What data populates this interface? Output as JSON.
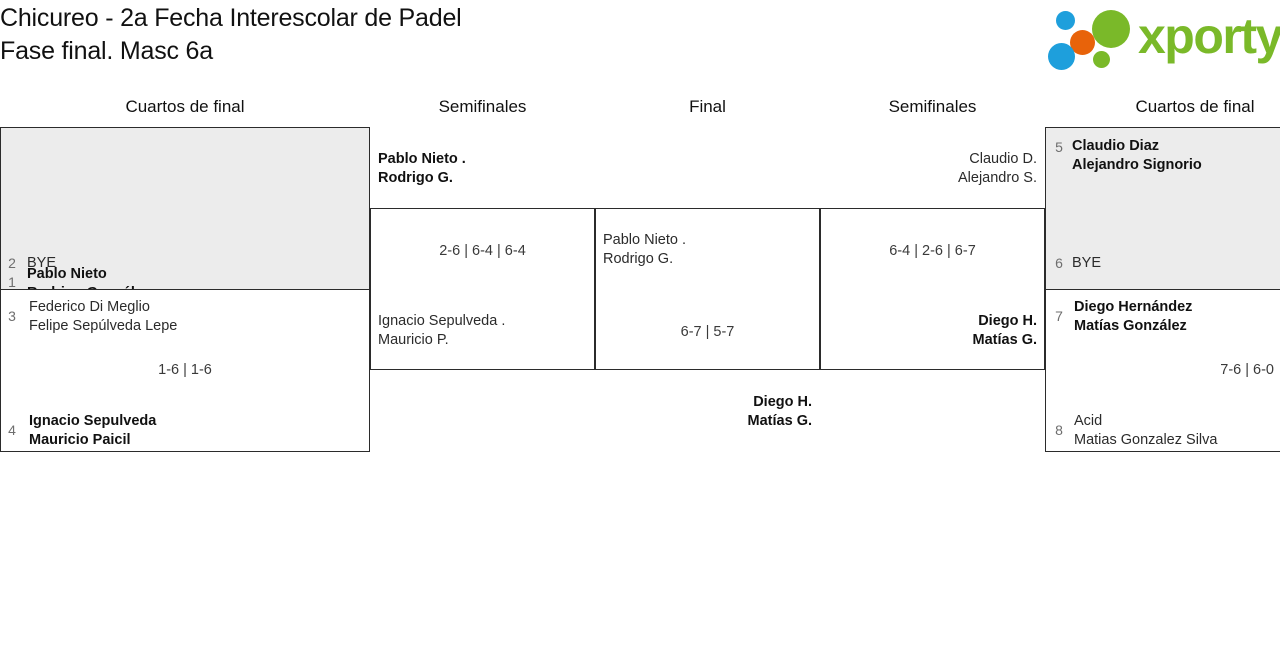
{
  "header": {
    "title_line1": "Chicureo - 2a Fecha Interescolar de Padel",
    "title_line2": "Fase final. Masc 6a",
    "logo_text": "xporty",
    "logo_colors": {
      "green": "#7ab929",
      "blue": "#1e9fdc",
      "orange": "#e8630a"
    }
  },
  "rounds": [
    {
      "id": "qf-left",
      "label": "Cuartos de final"
    },
    {
      "id": "sf-left",
      "label": "Semifinales"
    },
    {
      "id": "final",
      "label": "Final"
    },
    {
      "id": "sf-right",
      "label": "Semifinales"
    },
    {
      "id": "qf-right",
      "label": "Cuartos de final"
    }
  ],
  "matches": {
    "qf1": {
      "top": {
        "seed": "1",
        "name": "Pablo Nieto\nRodrigo González",
        "winner": true
      },
      "bottom": {
        "seed": "2",
        "name": "BYE",
        "winner": false
      },
      "score": ""
    },
    "qf2": {
      "top": {
        "seed": "3",
        "name": "Federico Di Meglio\nFelipe Sepúlveda Lepe",
        "winner": false
      },
      "bottom": {
        "seed": "4",
        "name": "Ignacio Sepulveda\nMauricio Paicil",
        "winner": true
      },
      "score": "1-6 | 1-6"
    },
    "qf3": {
      "top": {
        "seed": "5",
        "name": "Claudio Diaz\nAlejandro Signorio",
        "winner": true
      },
      "bottom": {
        "seed": "6",
        "name": "BYE",
        "winner": false
      },
      "score": ""
    },
    "qf4": {
      "top": {
        "seed": "7",
        "name": "Diego Hernández\nMatías González",
        "winner": true
      },
      "bottom": {
        "seed": "8",
        "name": "Acid\nMatias Gonzalez Silva",
        "winner": false
      },
      "score": "7-6 | 6-0"
    },
    "sf1": {
      "top": {
        "name": "Pablo Nieto .\nRodrigo G.",
        "winner": true
      },
      "bottom": {
        "name": "Ignacio Sepulveda .\nMauricio P.",
        "winner": false
      },
      "score": "2-6 | 6-4 | 6-4"
    },
    "sf2": {
      "top": {
        "name": "Claudio D.\nAlejandro S.",
        "winner": false
      },
      "bottom": {
        "name": "Diego H.\nMatías G.",
        "winner": true
      },
      "score": "6-4 | 2-6 | 6-7"
    },
    "final": {
      "top": {
        "name": "Pablo Nieto .\nRodrigo G.",
        "winner": false
      },
      "bottom": {
        "name": "Diego H.\nMatías G.",
        "winner": true
      },
      "score": "6-7 | 5-7"
    }
  }
}
